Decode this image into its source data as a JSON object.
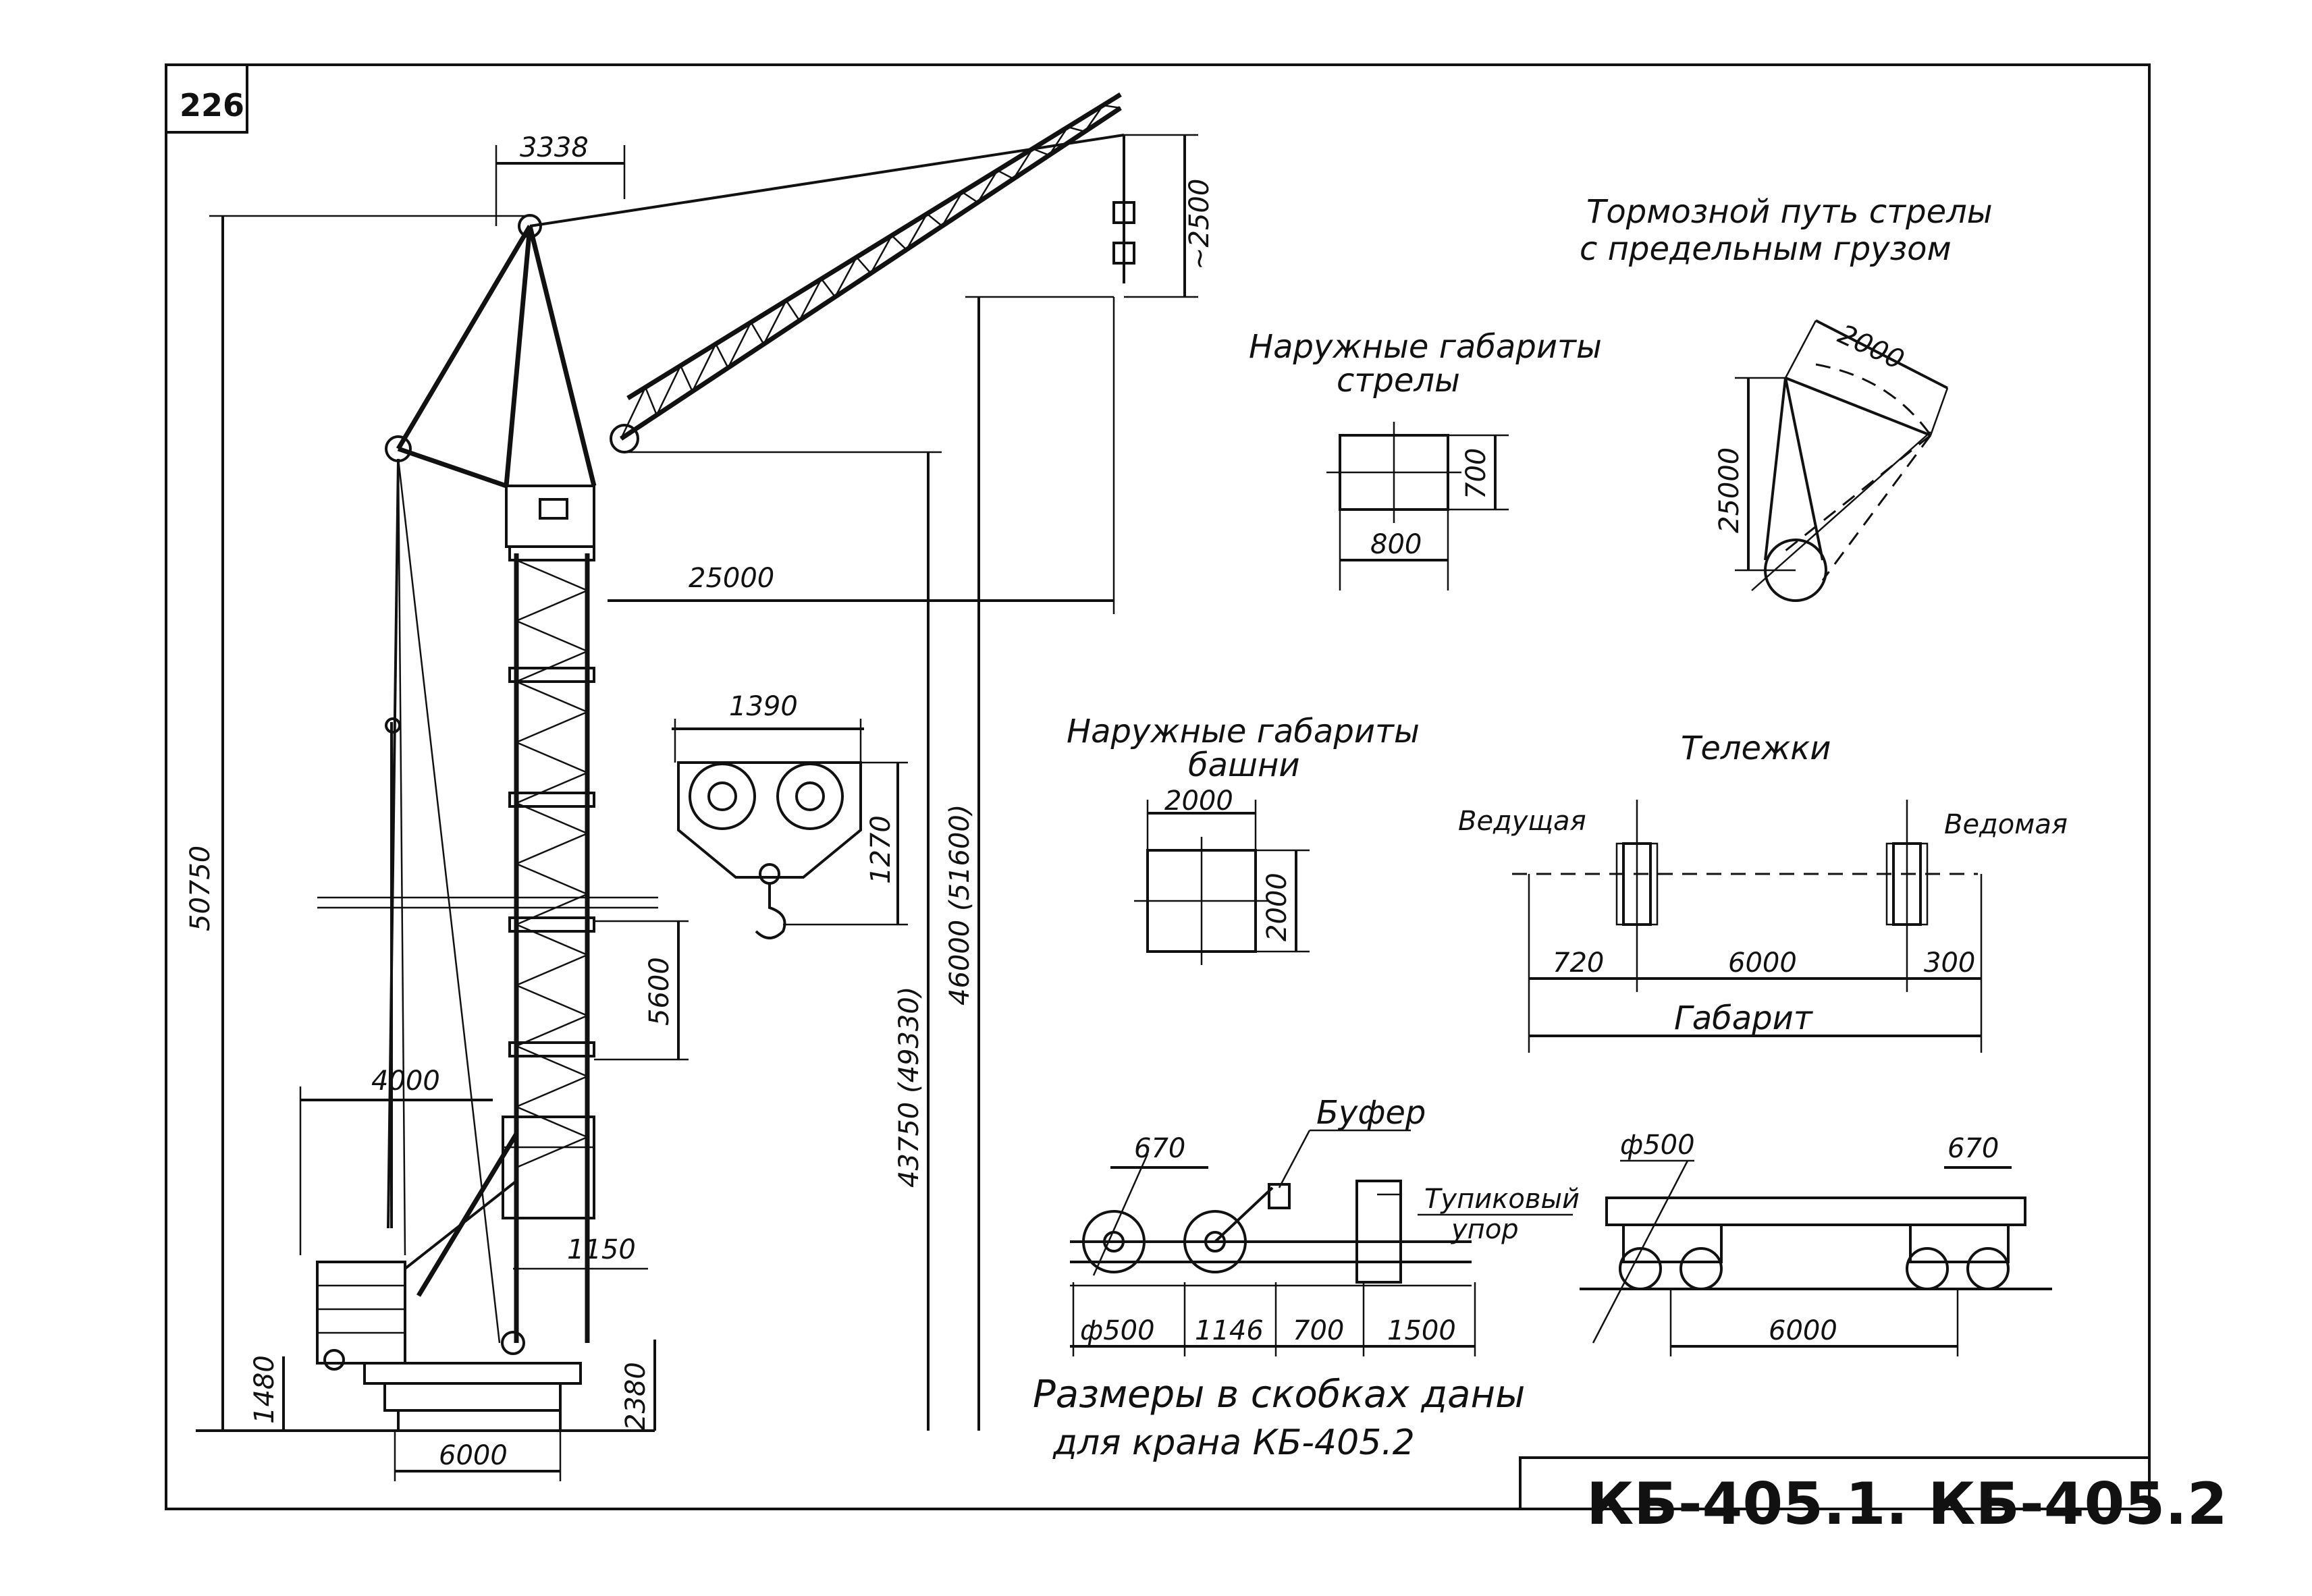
{
  "page_number": "226",
  "title_block": "КБ-405.1.  КБ-405.2",
  "notes": {
    "bracket_note_line1": "Размеры в скобках даны",
    "bracket_note_line2": "для крана КБ-405.2"
  },
  "sections": {
    "boom_braking_title1": "Тормозной путь стрелы",
    "boom_braking_title2": "с предельным грузом",
    "boom_outline_title1": "Наружные габариты",
    "boom_outline_title2": "стрелы",
    "tower_outline_title1": "Наружные габариты",
    "tower_outline_title2": "башни",
    "bogies_title": "Тележки",
    "driving_label": "Ведущая",
    "driven_label": "Ведомая",
    "gauge_label": "Габарит",
    "buffer_label": "Буфер",
    "stop_label1": "Тупиковый",
    "stop_label2": "упор"
  },
  "dimensions": {
    "d3338": "3338",
    "d2500": "~2500",
    "d25000_reach": "25000",
    "d1390": "1390",
    "d1270": "1270",
    "d50750": "50750",
    "d43750": "43750 (49330)",
    "d46000": "46000 (51600)",
    "d5600": "5600",
    "d4000": "4000",
    "d1150": "1150",
    "d1480": "1480",
    "d2380": "2380",
    "d6000_base": "6000",
    "boom_w": "800",
    "boom_h": "700",
    "brake_arc": "2000",
    "brake_h": "25000",
    "tower_w": "2000",
    "tower_h": "2000",
    "bogie_720": "720",
    "bogie_6000": "6000",
    "bogie_300": "300",
    "buf_670": "670",
    "buf_d500": "ф500",
    "buf_1146": "1146",
    "buf_700": "700",
    "buf_1500": "1500",
    "axle_d500": "ф500",
    "axle_670": "670",
    "axle_6000": "6000"
  }
}
